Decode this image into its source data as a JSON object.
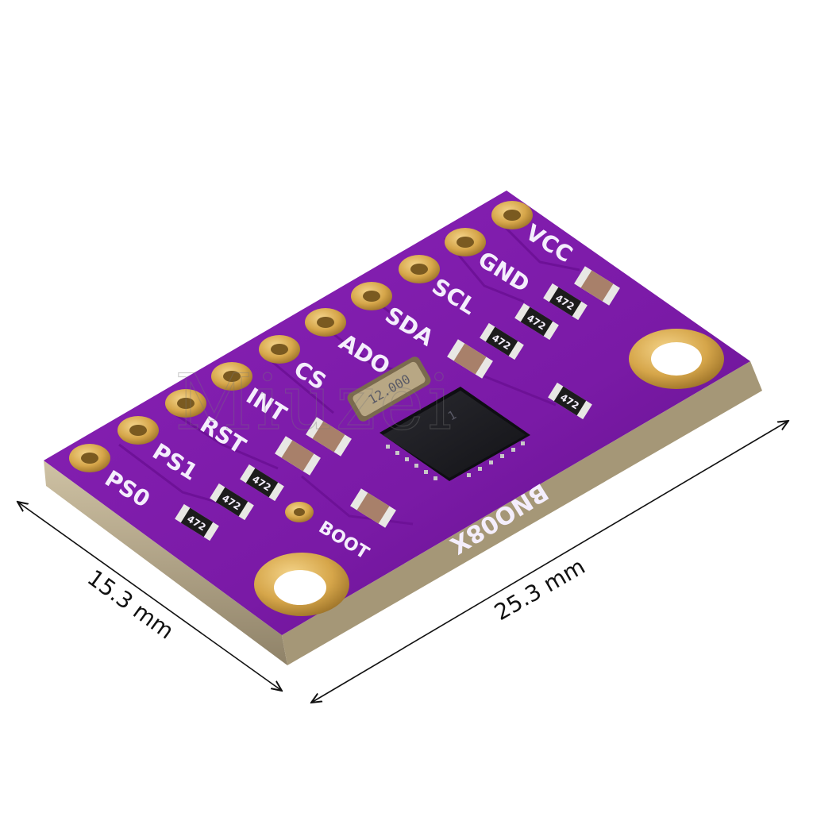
{
  "board": {
    "pins": [
      "VCC",
      "GND",
      "SCL",
      "SDA",
      "ADO",
      "CS",
      "INT",
      "RST",
      "PS1",
      "PS0"
    ],
    "model_label": "BNO08X",
    "boot_label": "BOOT",
    "crystal_marking": "12.000",
    "resistor_marking": "472",
    "pcb_color": "#7a1aa6",
    "pad_color": "#d6a64a"
  },
  "dimensions": {
    "width_label": "15.3 mm",
    "length_label": "25.3 mm"
  },
  "watermark": "Miuzei"
}
